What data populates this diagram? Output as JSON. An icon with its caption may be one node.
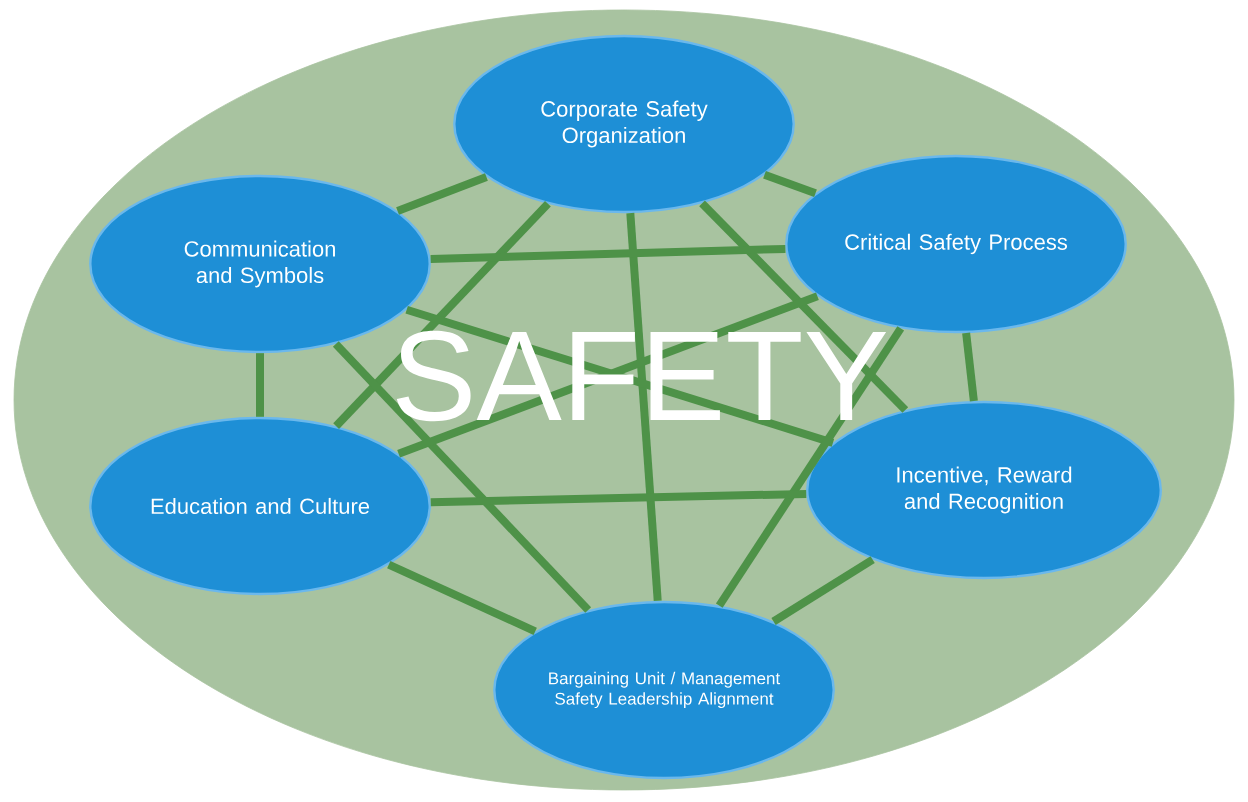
{
  "diagram": {
    "nodes": [
      {
        "text": [
          "SAFETY"
        ]
      },
      {
        "text": [
          "Corporate Safety Organization"
        ],
        "in": 0
      },
      {
        "text": [
          "Communication and Symbols"
        ],
        "in": 0
      },
      {
        "text": [
          "Critical Safety Process"
        ],
        "in": 0
      },
      {
        "text": [
          "Education and Culture"
        ],
        "in": 0
      },
      {
        "text": [
          "Incentive, Reward and Recognition"
        ],
        "in": 0
      },
      {
        "text": [
          "Bargaining Unit / Management Safety Leadership Alignment"
        ],
        "in": 0
      }
    ],
    "edges": [
      {
        "from": 1,
        "to": 2,
        "arrow": "none"
      },
      {
        "from": 1,
        "to": 3,
        "arrow": "none"
      },
      {
        "from": 1,
        "to": 4,
        "arrow": "none"
      },
      {
        "from": 1,
        "to": 5,
        "arrow": "none"
      },
      {
        "from": 1,
        "to": 6,
        "arrow": "none"
      },
      {
        "from": 2,
        "to": 3,
        "arrow": "none"
      },
      {
        "from": 2,
        "to": 4,
        "arrow": "none"
      },
      {
        "from": 2,
        "to": 5,
        "arrow": "none"
      },
      {
        "from": 2,
        "to": 6,
        "arrow": "none"
      },
      {
        "from": 3,
        "to": 4,
        "arrow": "none"
      },
      {
        "from": 3,
        "to": 5,
        "arrow": "none"
      },
      {
        "from": 3,
        "to": 6,
        "arrow": "none"
      },
      {
        "from": 4,
        "to": 5,
        "arrow": "none"
      },
      {
        "from": 4,
        "to": 6,
        "arrow": "none"
      },
      {
        "from": 5,
        "to": 6,
        "arrow": "none"
      }
    ]
  }
}
